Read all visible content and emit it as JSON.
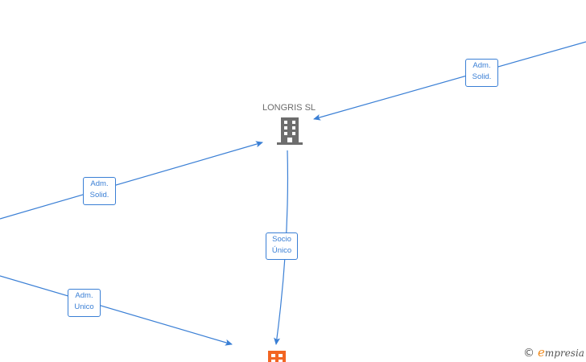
{
  "colors": {
    "edge": "#3a7fd5",
    "building_gray": "#6d6d6d",
    "building_orange": "#f26522",
    "brand_orange": "#f08a1c"
  },
  "nodes": {
    "company_main": {
      "label": "LONGRIS SL",
      "icon": "building-icon"
    },
    "company_child": {
      "label": "",
      "icon": "building-icon"
    }
  },
  "edges": [
    {
      "id": "adm-solid-right",
      "line1": "Adm.",
      "line2": "Solid."
    },
    {
      "id": "adm-solid-left",
      "line1": "Adm.",
      "line2": "Solid."
    },
    {
      "id": "socio-unico",
      "line1": "Socio",
      "line2": "Único"
    },
    {
      "id": "adm-unico",
      "line1": "Adm.",
      "line2": "Unico"
    }
  ],
  "watermark": {
    "copyright": "©",
    "brand_initial": "e",
    "brand_rest": "mpresia"
  }
}
